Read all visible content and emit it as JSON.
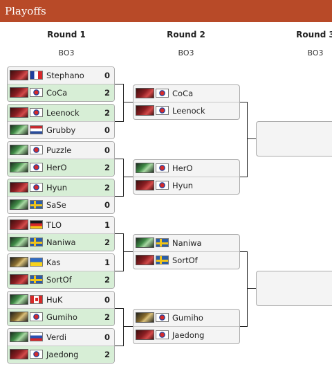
{
  "header": {
    "title": "Playoffs"
  },
  "rounds": [
    {
      "title": "Round 1",
      "format": "BO3"
    },
    {
      "title": "Round 2",
      "format": "BO3"
    },
    {
      "title": "Round 3",
      "format": "BO3"
    }
  ],
  "round1": [
    {
      "p1": {
        "name": "Stephano",
        "race": "zerg",
        "flag": "fr",
        "score": "0",
        "winner": false
      },
      "p2": {
        "name": "CoCa",
        "race": "zerg",
        "flag": "kr",
        "score": "2",
        "winner": true
      }
    },
    {
      "p1": {
        "name": "Leenock",
        "race": "zerg",
        "flag": "kr",
        "score": "2",
        "winner": true
      },
      "p2": {
        "name": "Grubby",
        "race": "protoss",
        "flag": "nl",
        "score": "0",
        "winner": false
      }
    },
    {
      "p1": {
        "name": "Puzzle",
        "race": "protoss",
        "flag": "kr",
        "score": "0",
        "winner": false
      },
      "p2": {
        "name": "HerO",
        "race": "protoss",
        "flag": "kr",
        "score": "2",
        "winner": true
      }
    },
    {
      "p1": {
        "name": "Hyun",
        "race": "zerg",
        "flag": "kr",
        "score": "2",
        "winner": true
      },
      "p2": {
        "name": "SaSe",
        "race": "protoss",
        "flag": "se",
        "score": "0",
        "winner": false
      }
    },
    {
      "p1": {
        "name": "TLO",
        "race": "zerg",
        "flag": "de",
        "score": "1",
        "winner": false
      },
      "p2": {
        "name": "Naniwa",
        "race": "protoss",
        "flag": "se",
        "score": "2",
        "winner": true
      }
    },
    {
      "p1": {
        "name": "Kas",
        "race": "terran",
        "flag": "ua",
        "score": "1",
        "winner": false
      },
      "p2": {
        "name": "SortOf",
        "race": "zerg",
        "flag": "se",
        "score": "2",
        "winner": true
      }
    },
    {
      "p1": {
        "name": "HuK",
        "race": "protoss",
        "flag": "ca",
        "score": "0",
        "winner": false
      },
      "p2": {
        "name": "Gumiho",
        "race": "terran",
        "flag": "kr",
        "score": "2",
        "winner": true
      }
    },
    {
      "p1": {
        "name": "Verdi",
        "race": "protoss",
        "flag": "ru",
        "score": "0",
        "winner": false
      },
      "p2": {
        "name": "Jaedong",
        "race": "zerg",
        "flag": "kr",
        "score": "2",
        "winner": true
      }
    }
  ],
  "round2": [
    {
      "p1": {
        "name": "CoCa",
        "race": "zerg",
        "flag": "kr"
      },
      "p2": {
        "name": "Leenock",
        "race": "zerg",
        "flag": "kr"
      }
    },
    {
      "p1": {
        "name": "HerO",
        "race": "protoss",
        "flag": "kr"
      },
      "p2": {
        "name": "Hyun",
        "race": "zerg",
        "flag": "kr"
      }
    },
    {
      "p1": {
        "name": "Naniwa",
        "race": "protoss",
        "flag": "se"
      },
      "p2": {
        "name": "SortOf",
        "race": "zerg",
        "flag": "se"
      }
    },
    {
      "p1": {
        "name": "Gumiho",
        "race": "terran",
        "flag": "kr"
      },
      "p2": {
        "name": "Jaedong",
        "race": "zerg",
        "flag": "kr"
      }
    }
  ],
  "colors": {
    "header_bg": "#b84a28",
    "winner_bg": "#d7eed6",
    "loser_bg": "#f3f3f3"
  }
}
